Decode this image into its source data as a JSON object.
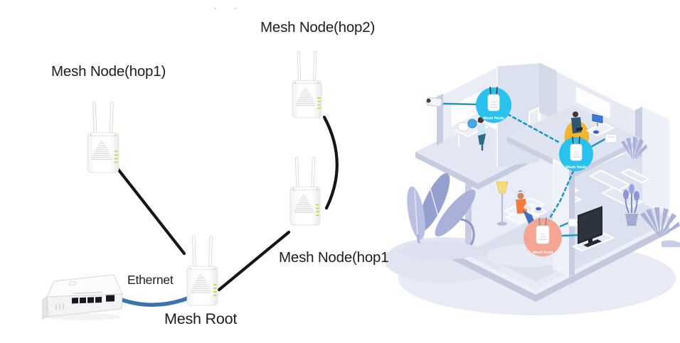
{
  "page": {
    "background": "#ffffff"
  },
  "topology_diagram": {
    "labels": {
      "hop2": "Mesh Node(hop2)",
      "hop1_left": "Mesh Node(hop1)",
      "hop1_right": "Mesh Node(hop1",
      "ethernet": "Ethernet",
      "mesh_root": "Mesh Root"
    },
    "devices": [
      "access-point-hop1",
      "access-point-hop2",
      "access-point-hop1-right",
      "access-point-root",
      "router-modem"
    ],
    "colors": {
      "link_line": "#151515",
      "ethernet_cable": "#3A74AE",
      "ap_led": "#C2D93A"
    }
  },
  "house_illustration": {
    "badges": [
      {
        "id": "mesh-node-1",
        "label": "Mesh Node",
        "color": "#29C2EE"
      },
      {
        "id": "mesh-node-2",
        "label": "Mesh Node",
        "color": "#29C2EE"
      },
      {
        "id": "mesh-root",
        "label": "Mesh Root",
        "color": "#F4A693"
      }
    ],
    "colors": {
      "link": "#1E9AC2",
      "wall_light": "#E9EDF7",
      "wall_dark": "#C6CDE1",
      "beanbag_yellow": "#F2B72E",
      "plant_lavender": "#A9B1DB"
    }
  }
}
